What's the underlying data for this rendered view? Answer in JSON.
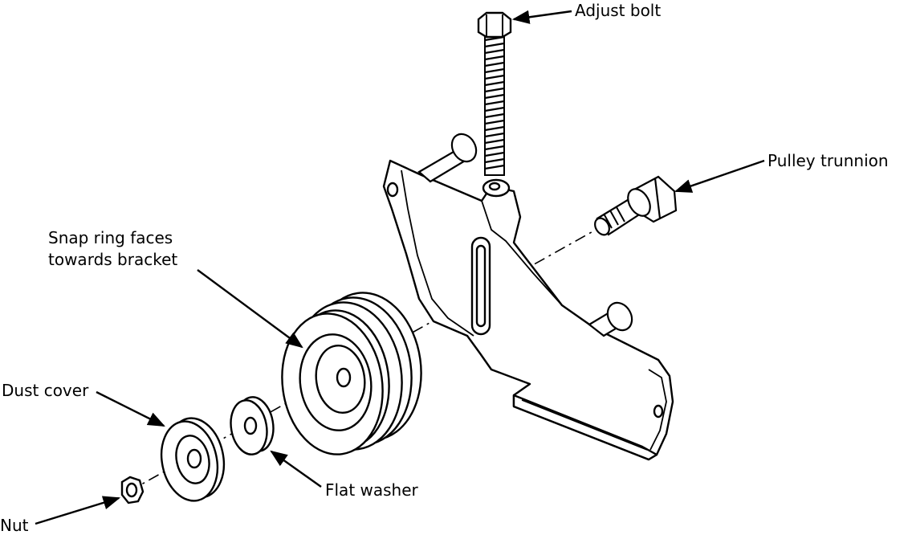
{
  "diagram": {
    "type": "exploded-parts-view",
    "labels": {
      "adjust_bolt": "Adjust bolt",
      "pulley_trunnion": "Pulley trunnion",
      "snap_ring_line1": "Snap ring faces",
      "snap_ring_line2": "towards bracket",
      "dust_cover": "Dust cover",
      "flat_washer": "Flat washer",
      "nut": "Nut"
    }
  }
}
